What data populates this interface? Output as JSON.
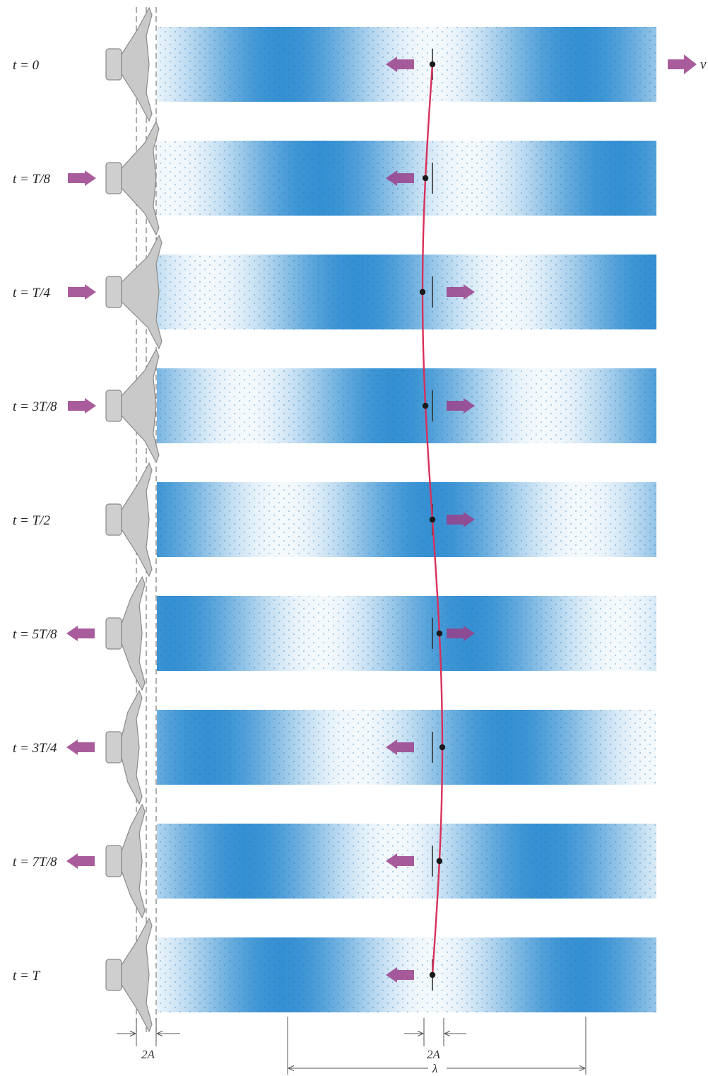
{
  "time_labels": [
    "t = 0",
    "t = T/8",
    "t = T/4",
    "t = 3T/8",
    "t = T/2",
    "t = 5T/8",
    "t = 3T/4",
    "t = 7T/8",
    "t = T"
  ],
  "speaker_arrows": [
    "none",
    "right",
    "right",
    "right",
    "none",
    "left",
    "left",
    "left",
    "none"
  ],
  "particle_arrows": [
    "left",
    "left",
    "right",
    "right",
    "right",
    "right",
    "left",
    "left",
    "left"
  ],
  "particle_displacement": [
    0,
    -0.7071,
    -1,
    -0.7071,
    0,
    0.7071,
    1,
    0.7071,
    0
  ],
  "wave_velocity_label": "v",
  "amplitude_label_speaker": "2A",
  "amplitude_label_particle": "2A",
  "wavelength_label": "λ",
  "colors": {
    "compression": "#2a8ad0",
    "rarefaction": "#ffffff",
    "arrow": "#9a3f8a",
    "trace": "#d8305a",
    "speaker": "#c9c9c9"
  }
}
